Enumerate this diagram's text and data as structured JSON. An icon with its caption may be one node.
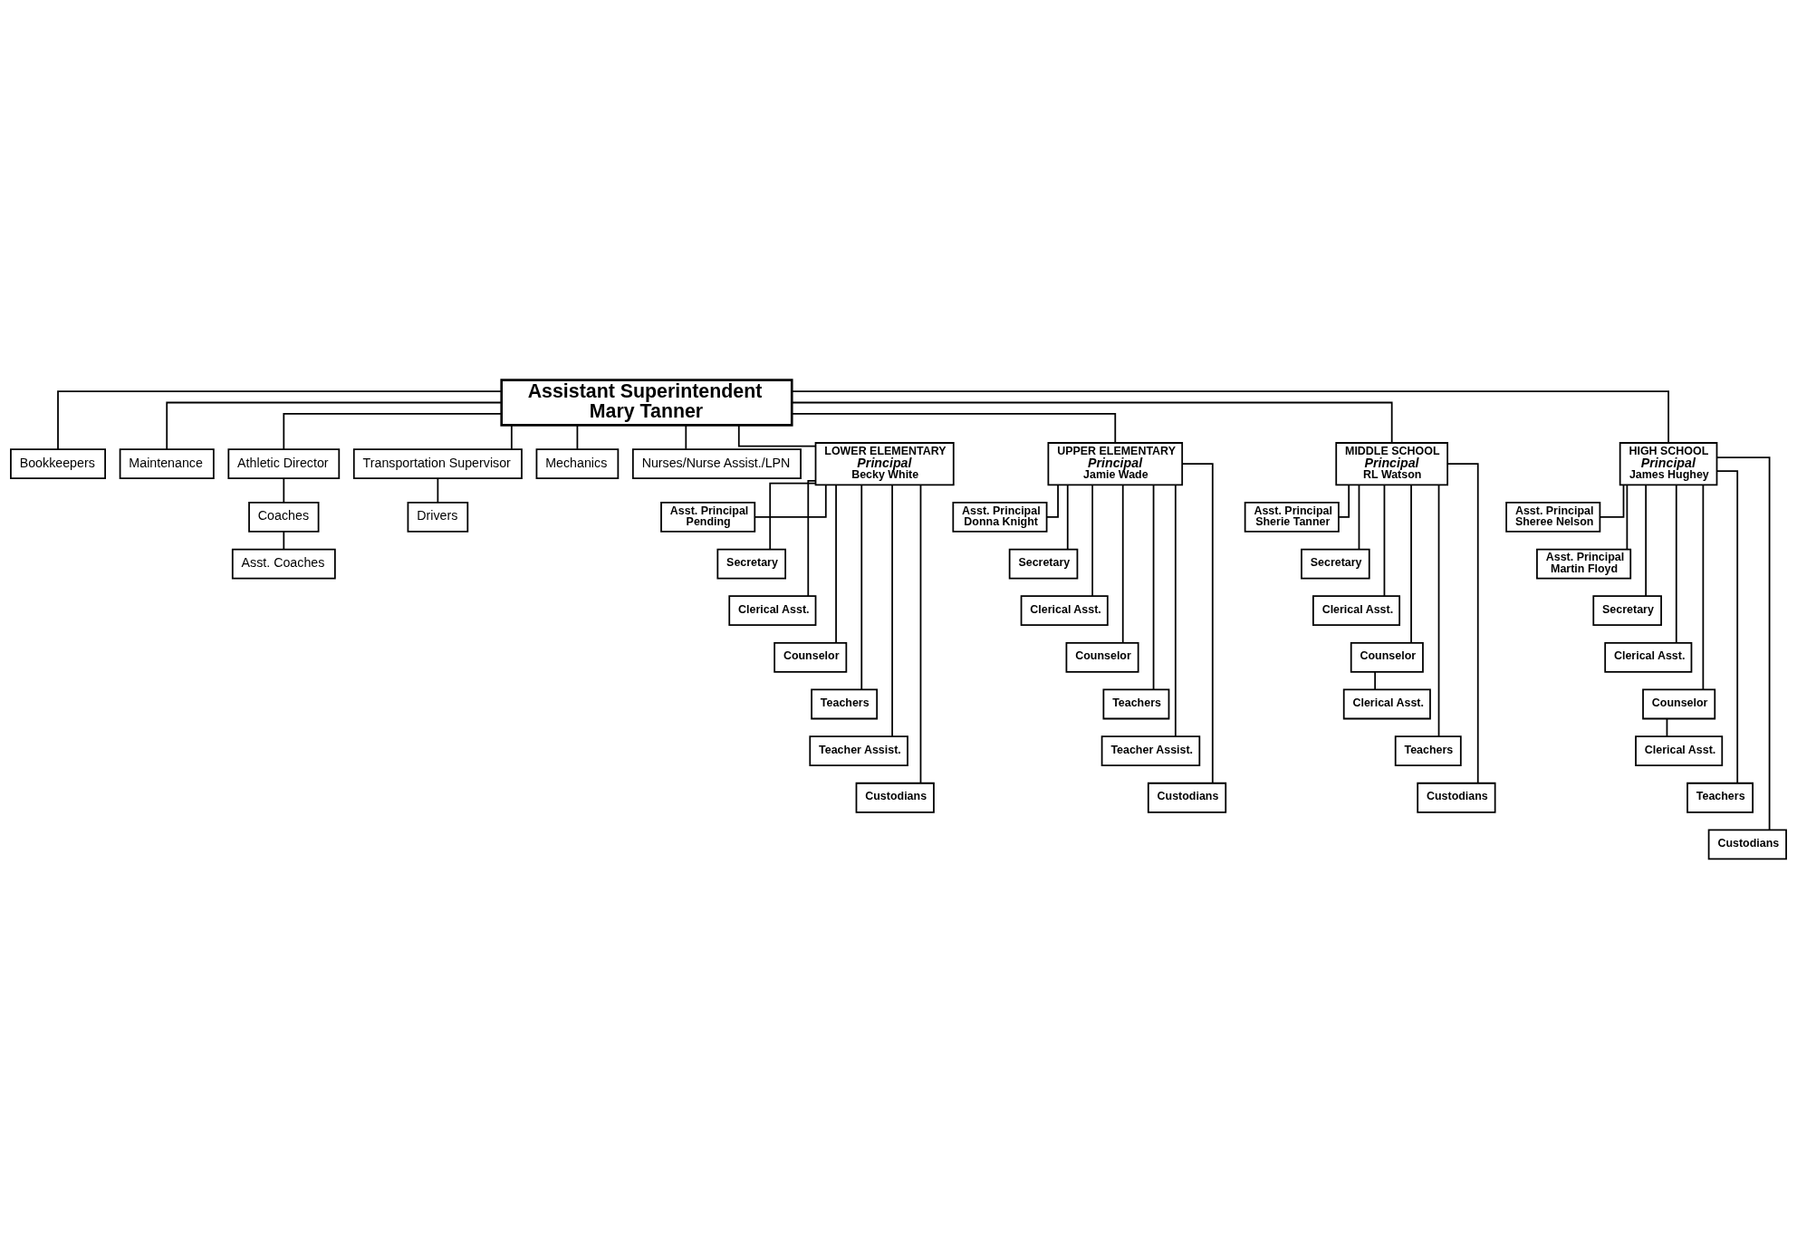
{
  "diagram": {
    "nodes": [
      {
        "text": [
          "Assistant Superintendent",
          "Mary Tanner"
        ]
      },
      {
        "text": [
          "Bookkeepers"
        ]
      },
      {
        "text": [
          "Maintenance"
        ]
      },
      {
        "text": [
          "Athletic Director"
        ]
      },
      {
        "text": [
          "Coaches"
        ]
      },
      {
        "text": [
          "Asst. Coaches"
        ]
      },
      {
        "text": [
          "Transportation Supervisor"
        ]
      },
      {
        "text": [
          "Drivers"
        ]
      },
      {
        "text": [
          "Mechanics"
        ]
      },
      {
        "text": [
          "Nurses/Nurse Assist./LPN"
        ]
      },
      {
        "text": [
          "LOWER ELEMENTARY",
          "Principal",
          "Becky White"
        ]
      },
      {
        "text": [
          "Asst. Principal",
          "Pending"
        ]
      },
      {
        "text": [
          "Secretary"
        ]
      },
      {
        "text": [
          "Clerical Asst."
        ]
      },
      {
        "text": [
          "Counselor"
        ]
      },
      {
        "text": [
          "Teachers"
        ]
      },
      {
        "text": [
          "Teacher Assist."
        ]
      },
      {
        "text": [
          "Custodians"
        ]
      },
      {
        "text": [
          "UPPER ELEMENTARY",
          "Principal",
          "Jamie Wade"
        ]
      },
      {
        "text": [
          "Asst. Principal",
          "Donna Knight"
        ]
      },
      {
        "text": [
          "Secretary"
        ]
      },
      {
        "text": [
          "Clerical Asst."
        ]
      },
      {
        "text": [
          "Counselor"
        ]
      },
      {
        "text": [
          "Teachers"
        ]
      },
      {
        "text": [
          "Teacher Assist."
        ]
      },
      {
        "text": [
          "Custodians"
        ]
      },
      {
        "text": [
          "MIDDLE SCHOOL",
          "Principal",
          "RL Watson"
        ]
      },
      {
        "text": [
          "Asst. Principal",
          "Sherie Tanner"
        ]
      },
      {
        "text": [
          "Secretary"
        ]
      },
      {
        "text": [
          "Clerical Asst."
        ]
      },
      {
        "text": [
          "Counselor"
        ]
      },
      {
        "text": [
          "Clerical Asst."
        ]
      },
      {
        "text": [
          "Teachers"
        ]
      },
      {
        "text": [
          "Custodians"
        ]
      },
      {
        "text": [
          "HIGH SCHOOL",
          "Principal",
          "James Hughey"
        ]
      },
      {
        "text": [
          "Asst. Principal",
          "Sheree Nelson"
        ]
      },
      {
        "text": [
          "Asst. Principal",
          "Martin Floyd"
        ]
      },
      {
        "text": [
          "Secretary"
        ]
      },
      {
        "text": [
          "Clerical Asst."
        ]
      },
      {
        "text": [
          "Counselor"
        ]
      },
      {
        "text": [
          "Clerical Asst."
        ]
      },
      {
        "text": [
          "Teachers"
        ]
      },
      {
        "text": [
          "Custodians"
        ]
      }
    ],
    "edges": [
      {
        "from": 0,
        "to": 1,
        "arrow": "none"
      },
      {
        "from": 0,
        "to": 2,
        "arrow": "none"
      },
      {
        "from": 0,
        "to": 3,
        "arrow": "none"
      },
      {
        "from": 3,
        "to": 4,
        "arrow": "none"
      },
      {
        "from": 4,
        "to": 5,
        "arrow": "none"
      },
      {
        "from": 0,
        "to": 6,
        "arrow": "none"
      },
      {
        "from": 6,
        "to": 7,
        "arrow": "none"
      },
      {
        "from": 0,
        "to": 8,
        "arrow": "none"
      },
      {
        "from": 0,
        "to": 9,
        "arrow": "none"
      },
      {
        "from": 0,
        "to": 10,
        "arrow": "none"
      },
      {
        "from": 0,
        "to": 18,
        "arrow": "none"
      },
      {
        "from": 0,
        "to": 26,
        "arrow": "none"
      },
      {
        "from": 0,
        "to": 34,
        "arrow": "none"
      },
      {
        "from": 10,
        "to": 11,
        "arrow": "none"
      },
      {
        "from": 10,
        "to": 12,
        "arrow": "none"
      },
      {
        "from": 10,
        "to": 13,
        "arrow": "none"
      },
      {
        "from": 10,
        "to": 14,
        "arrow": "none"
      },
      {
        "from": 10,
        "to": 15,
        "arrow": "none"
      },
      {
        "from": 10,
        "to": 16,
        "arrow": "none"
      },
      {
        "from": 10,
        "to": 17,
        "arrow": "none"
      },
      {
        "from": 18,
        "to": 19,
        "arrow": "none"
      },
      {
        "from": 18,
        "to": 20,
        "arrow": "none"
      },
      {
        "from": 18,
        "to": 21,
        "arrow": "none"
      },
      {
        "from": 18,
        "to": 22,
        "arrow": "none"
      },
      {
        "from": 18,
        "to": 23,
        "arrow": "none"
      },
      {
        "from": 18,
        "to": 24,
        "arrow": "none"
      },
      {
        "from": 18,
        "to": 25,
        "arrow": "none"
      },
      {
        "from": 26,
        "to": 27,
        "arrow": "none"
      },
      {
        "from": 26,
        "to": 28,
        "arrow": "none"
      },
      {
        "from": 26,
        "to": 29,
        "arrow": "none"
      },
      {
        "from": 26,
        "to": 30,
        "arrow": "none"
      },
      {
        "from": 30,
        "to": 31,
        "arrow": "none"
      },
      {
        "from": 26,
        "to": 32,
        "arrow": "none"
      },
      {
        "from": 26,
        "to": 33,
        "arrow": "none"
      },
      {
        "from": 34,
        "to": 35,
        "arrow": "none"
      },
      {
        "from": 34,
        "to": 36,
        "arrow": "none"
      },
      {
        "from": 34,
        "to": 37,
        "arrow": "none"
      },
      {
        "from": 34,
        "to": 38,
        "arrow": "none"
      },
      {
        "from": 34,
        "to": 39,
        "arrow": "none"
      },
      {
        "from": 39,
        "to": 40,
        "arrow": "none"
      },
      {
        "from": 34,
        "to": 41,
        "arrow": "none"
      },
      {
        "from": 34,
        "to": 42,
        "arrow": "none"
      }
    ]
  }
}
